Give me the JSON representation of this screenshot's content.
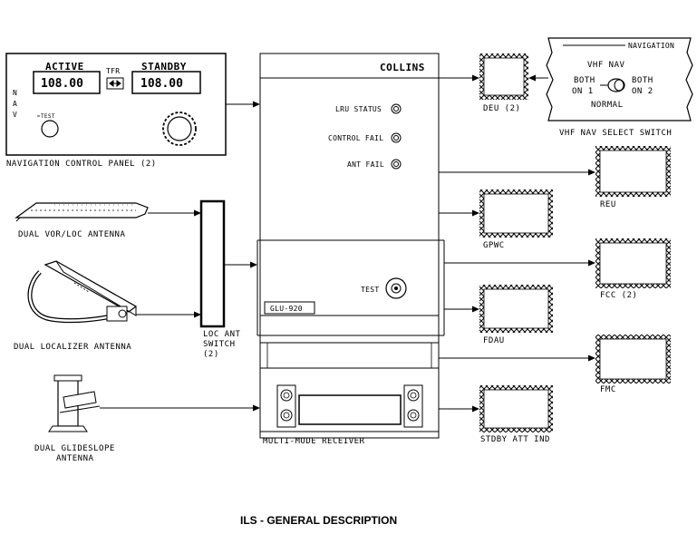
{
  "nav_panel": {
    "active_label": "ACTIVE",
    "standby_label": "STANDBY",
    "tfr_label": "TFR",
    "active_freq": "108.00",
    "standby_freq": "108.00",
    "side_label": "NAV",
    "test_label": "TEST",
    "caption": "NAVIGATION CONTROL PANEL (2)"
  },
  "unit": {
    "brand": "COLLINS",
    "indicators": [
      "LRU STATUS",
      "CONTROL FAIL",
      "ANT FAIL"
    ],
    "test_label": "TEST",
    "model": "GLU-920",
    "caption": "MULTI-MODE RECEIVER"
  },
  "antennas": {
    "vor_loc": "DUAL VOR/LOC ANTENNA",
    "localizer": "DUAL LOCALIZER ANTENNA",
    "glideslope_line1": "DUAL GLIDESLOPE",
    "glideslope_line2": "ANTENNA"
  },
  "switch": {
    "line1": "LOC ANT",
    "line2": "SWITCH",
    "line3": "(2)"
  },
  "vhf_select": {
    "header": "NAVIGATION",
    "title": "VHF NAV",
    "left_line1": "BOTH",
    "left_line2": "ON 1",
    "right_line1": "BOTH",
    "right_line2": "ON 2",
    "normal": "NORMAL",
    "caption": "VHF NAV SELECT SWITCH"
  },
  "outputs": [
    "DEU (2)",
    "REU",
    "GPWC",
    "FCC (2)",
    "FDAU",
    "FMC",
    "STDBY ATT IND"
  ],
  "title": "ILS - GENERAL DESCRIPTION"
}
